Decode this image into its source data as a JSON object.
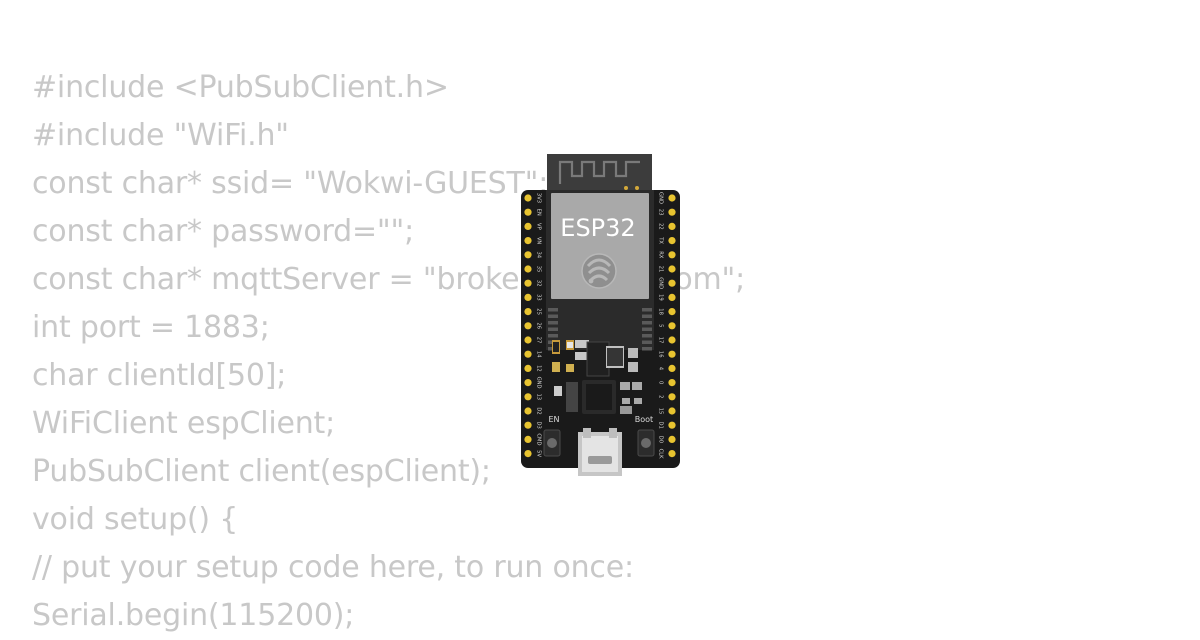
{
  "code_lines": [
    "#include <PubSubClient.h>",
    "#include \"WiFi.h\"",
    "const char* ssid= \"Wokwi-GUEST\";",
    "const char* password=\"\";",
    "const char* mqttServer = \"broker.hivemq.com\";",
    "int port = 1883;",
    "char clientId[50];",
    "WiFiClient espClient;",
    "PubSubClient client(espClient);",
    "void setup() {",
    "// put your setup code here, to run once:",
    "Serial.begin(115200);"
  ],
  "board": {
    "chip_label": "ESP32",
    "en_label": "EN",
    "boot_label": "Boot",
    "left_pins": [
      "3V3",
      "EN",
      "VP",
      "VN",
      "34",
      "35",
      "32",
      "33",
      "25",
      "26",
      "27",
      "14",
      "12",
      "GND",
      "13",
      "D2",
      "D3",
      "CMD",
      "5V"
    ],
    "right_pins": [
      "GND",
      "23",
      "22",
      "TX",
      "RX",
      "21",
      "GND",
      "19",
      "18",
      "5",
      "17",
      "16",
      "4",
      "0",
      "2",
      "15",
      "D1",
      "D0",
      "CLK"
    ]
  },
  "colors": {
    "code_text": "#c8c8c8",
    "board_body": "#1a1a1a",
    "pin_gold": "#e8c430",
    "module_shield": "#a9a9a9",
    "antenna_area": "#3a3a3a"
  }
}
